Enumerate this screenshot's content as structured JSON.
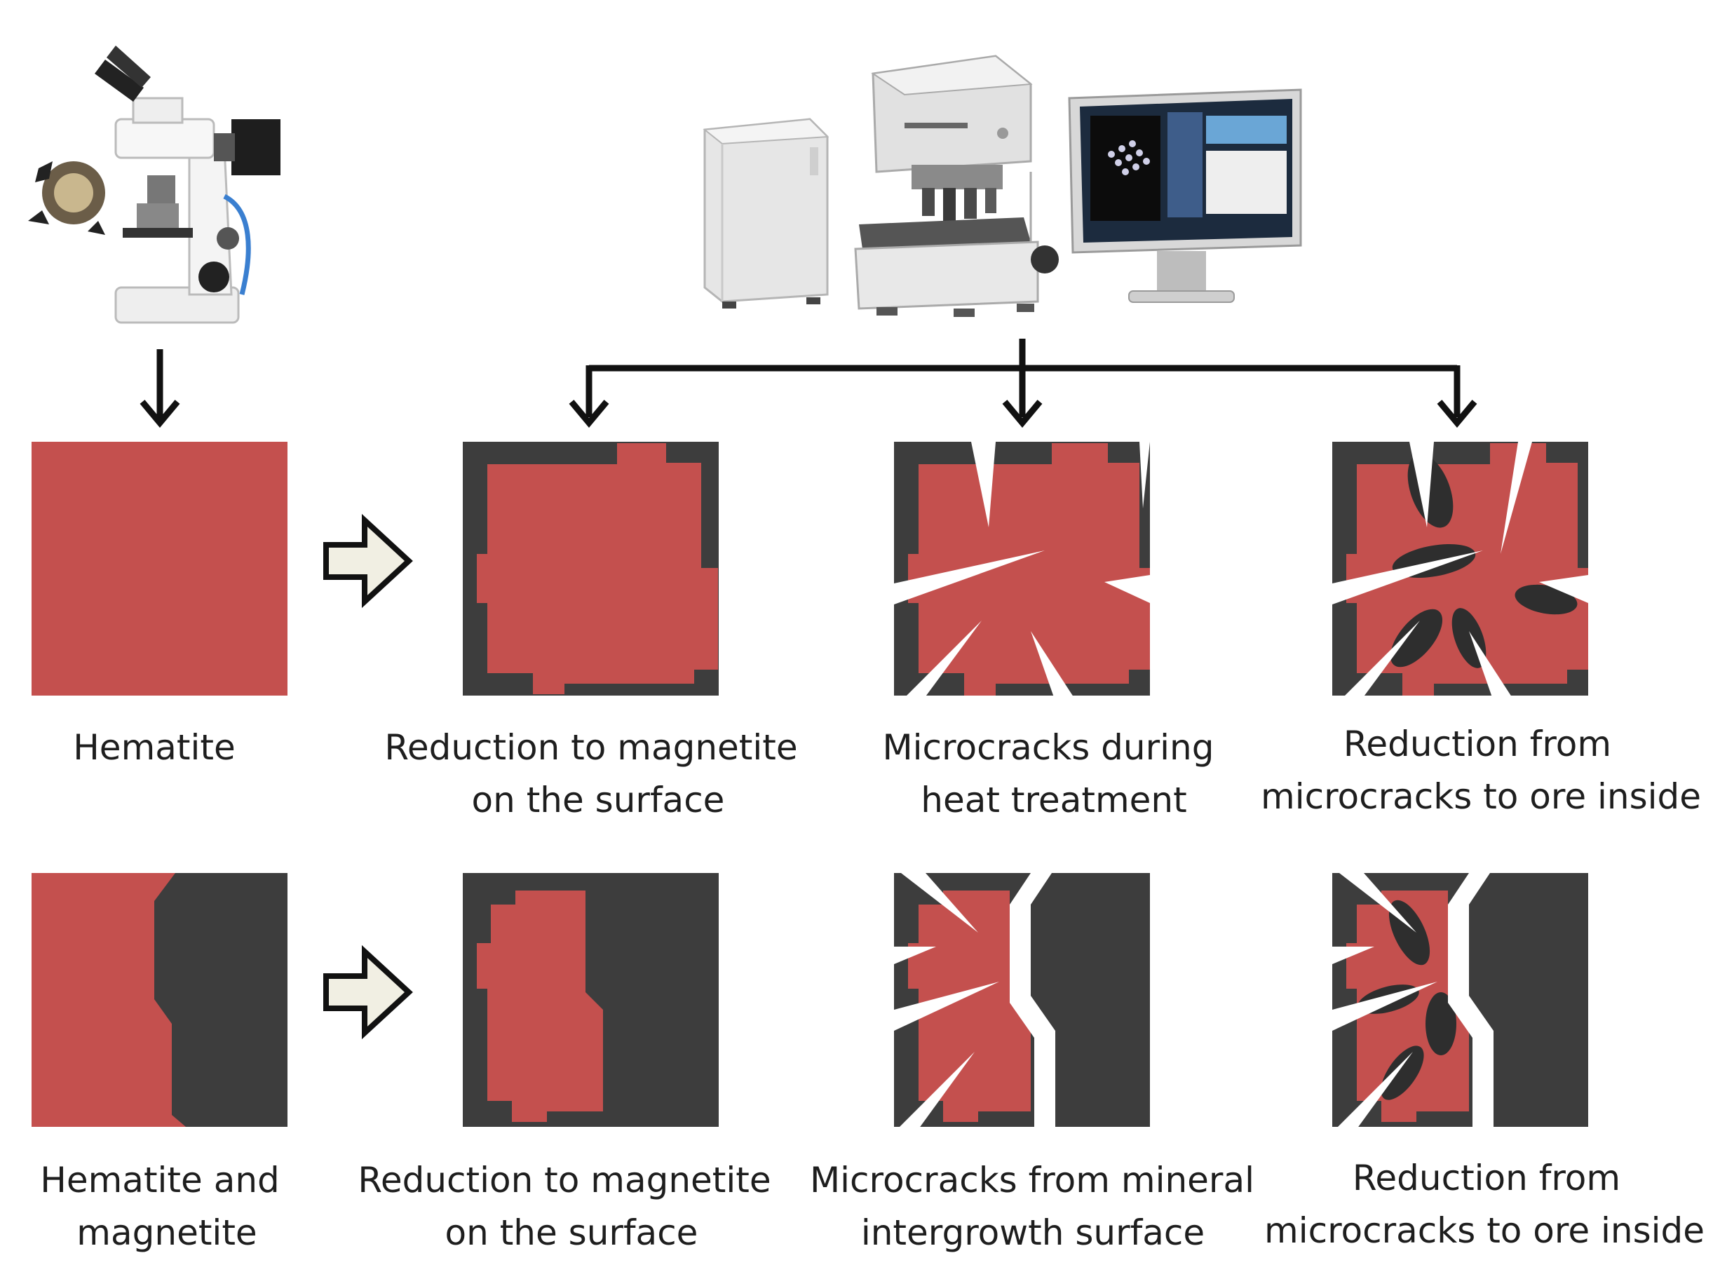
{
  "colors": {
    "hematite": "#c4504e",
    "magnetite": "#3d3d3d",
    "crack": "#ffffff",
    "arrow": "#111111",
    "hollow_arrow_fill": "#f1efe3"
  },
  "instruments": {
    "left": "polarizing-microscope",
    "right": [
      "controller-unit",
      "laser-confocal-microscope",
      "monitor"
    ]
  },
  "rows": [
    {
      "captions": [
        [
          "Hematite"
        ],
        [
          "Reduction to magnetite",
          "on the surface"
        ],
        [
          "Microcracks during",
          "heat treatment"
        ],
        [
          "Reduction from",
          "microcracks to ore inside"
        ]
      ]
    },
    {
      "captions": [
        [
          "Hematite and",
          "magnetite"
        ],
        [
          "Reduction to magnetite",
          "on the surface"
        ],
        [
          "Microcracks from mineral",
          "intergrowth surface"
        ],
        [
          "Reduction from",
          "microcracks to ore inside"
        ]
      ]
    }
  ]
}
